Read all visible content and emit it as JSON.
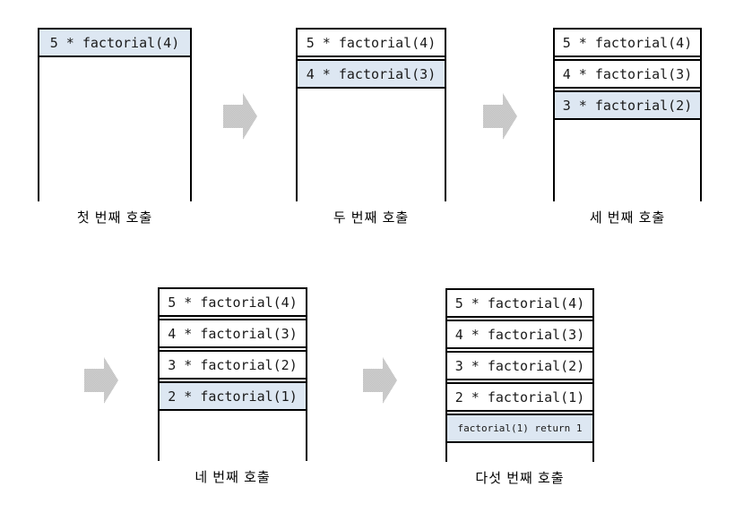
{
  "diagram": {
    "type": "recursion-call-stack",
    "colors": {
      "background": "#ffffff",
      "frame_border": "#000000",
      "frame_bg": "#ffffff",
      "highlight_bg": "#dde7f2",
      "text_color": "#1a1a1a",
      "label_color": "#000000",
      "arrow_fill_light": "#d2d2d2",
      "arrow_fill_dark": "#bfbfbf"
    },
    "stacks": [
      {
        "label": "첫 번째 호출",
        "frames": [
          {
            "text": "5 * factorial(4)",
            "highlighted": true,
            "small": false
          }
        ]
      },
      {
        "label": "두 번째 호출",
        "frames": [
          {
            "text": "5 * factorial(4)",
            "highlighted": false,
            "small": false
          },
          {
            "text": "4 * factorial(3)",
            "highlighted": true,
            "small": false
          }
        ]
      },
      {
        "label": "세 번째 호출",
        "frames": [
          {
            "text": "5 * factorial(4)",
            "highlighted": false,
            "small": false
          },
          {
            "text": "4 * factorial(3)",
            "highlighted": false,
            "small": false
          },
          {
            "text": "3 * factorial(2)",
            "highlighted": true,
            "small": false
          }
        ]
      },
      {
        "label": "네 번째 호출",
        "frames": [
          {
            "text": "5 * factorial(4)",
            "highlighted": false,
            "small": false
          },
          {
            "text": "4 * factorial(3)",
            "highlighted": false,
            "small": false
          },
          {
            "text": "3 * factorial(2)",
            "highlighted": false,
            "small": false
          },
          {
            "text": "2 * factorial(1)",
            "highlighted": true,
            "small": false
          }
        ]
      },
      {
        "label": "다섯 번째 호출",
        "frames": [
          {
            "text": "5 * factorial(4)",
            "highlighted": false,
            "small": false
          },
          {
            "text": "4 * factorial(3)",
            "highlighted": false,
            "small": false
          },
          {
            "text": "3 * factorial(2)",
            "highlighted": false,
            "small": false
          },
          {
            "text": "2 * factorial(1)",
            "highlighted": false,
            "small": false
          },
          {
            "text": "factorial(1) return 1",
            "highlighted": true,
            "small": true
          }
        ]
      }
    ],
    "arrows": [
      {
        "name": "arrow-1",
        "direction": "right"
      },
      {
        "name": "arrow-2",
        "direction": "right"
      },
      {
        "name": "arrow-3",
        "direction": "right"
      },
      {
        "name": "arrow-4",
        "direction": "right"
      }
    ]
  }
}
